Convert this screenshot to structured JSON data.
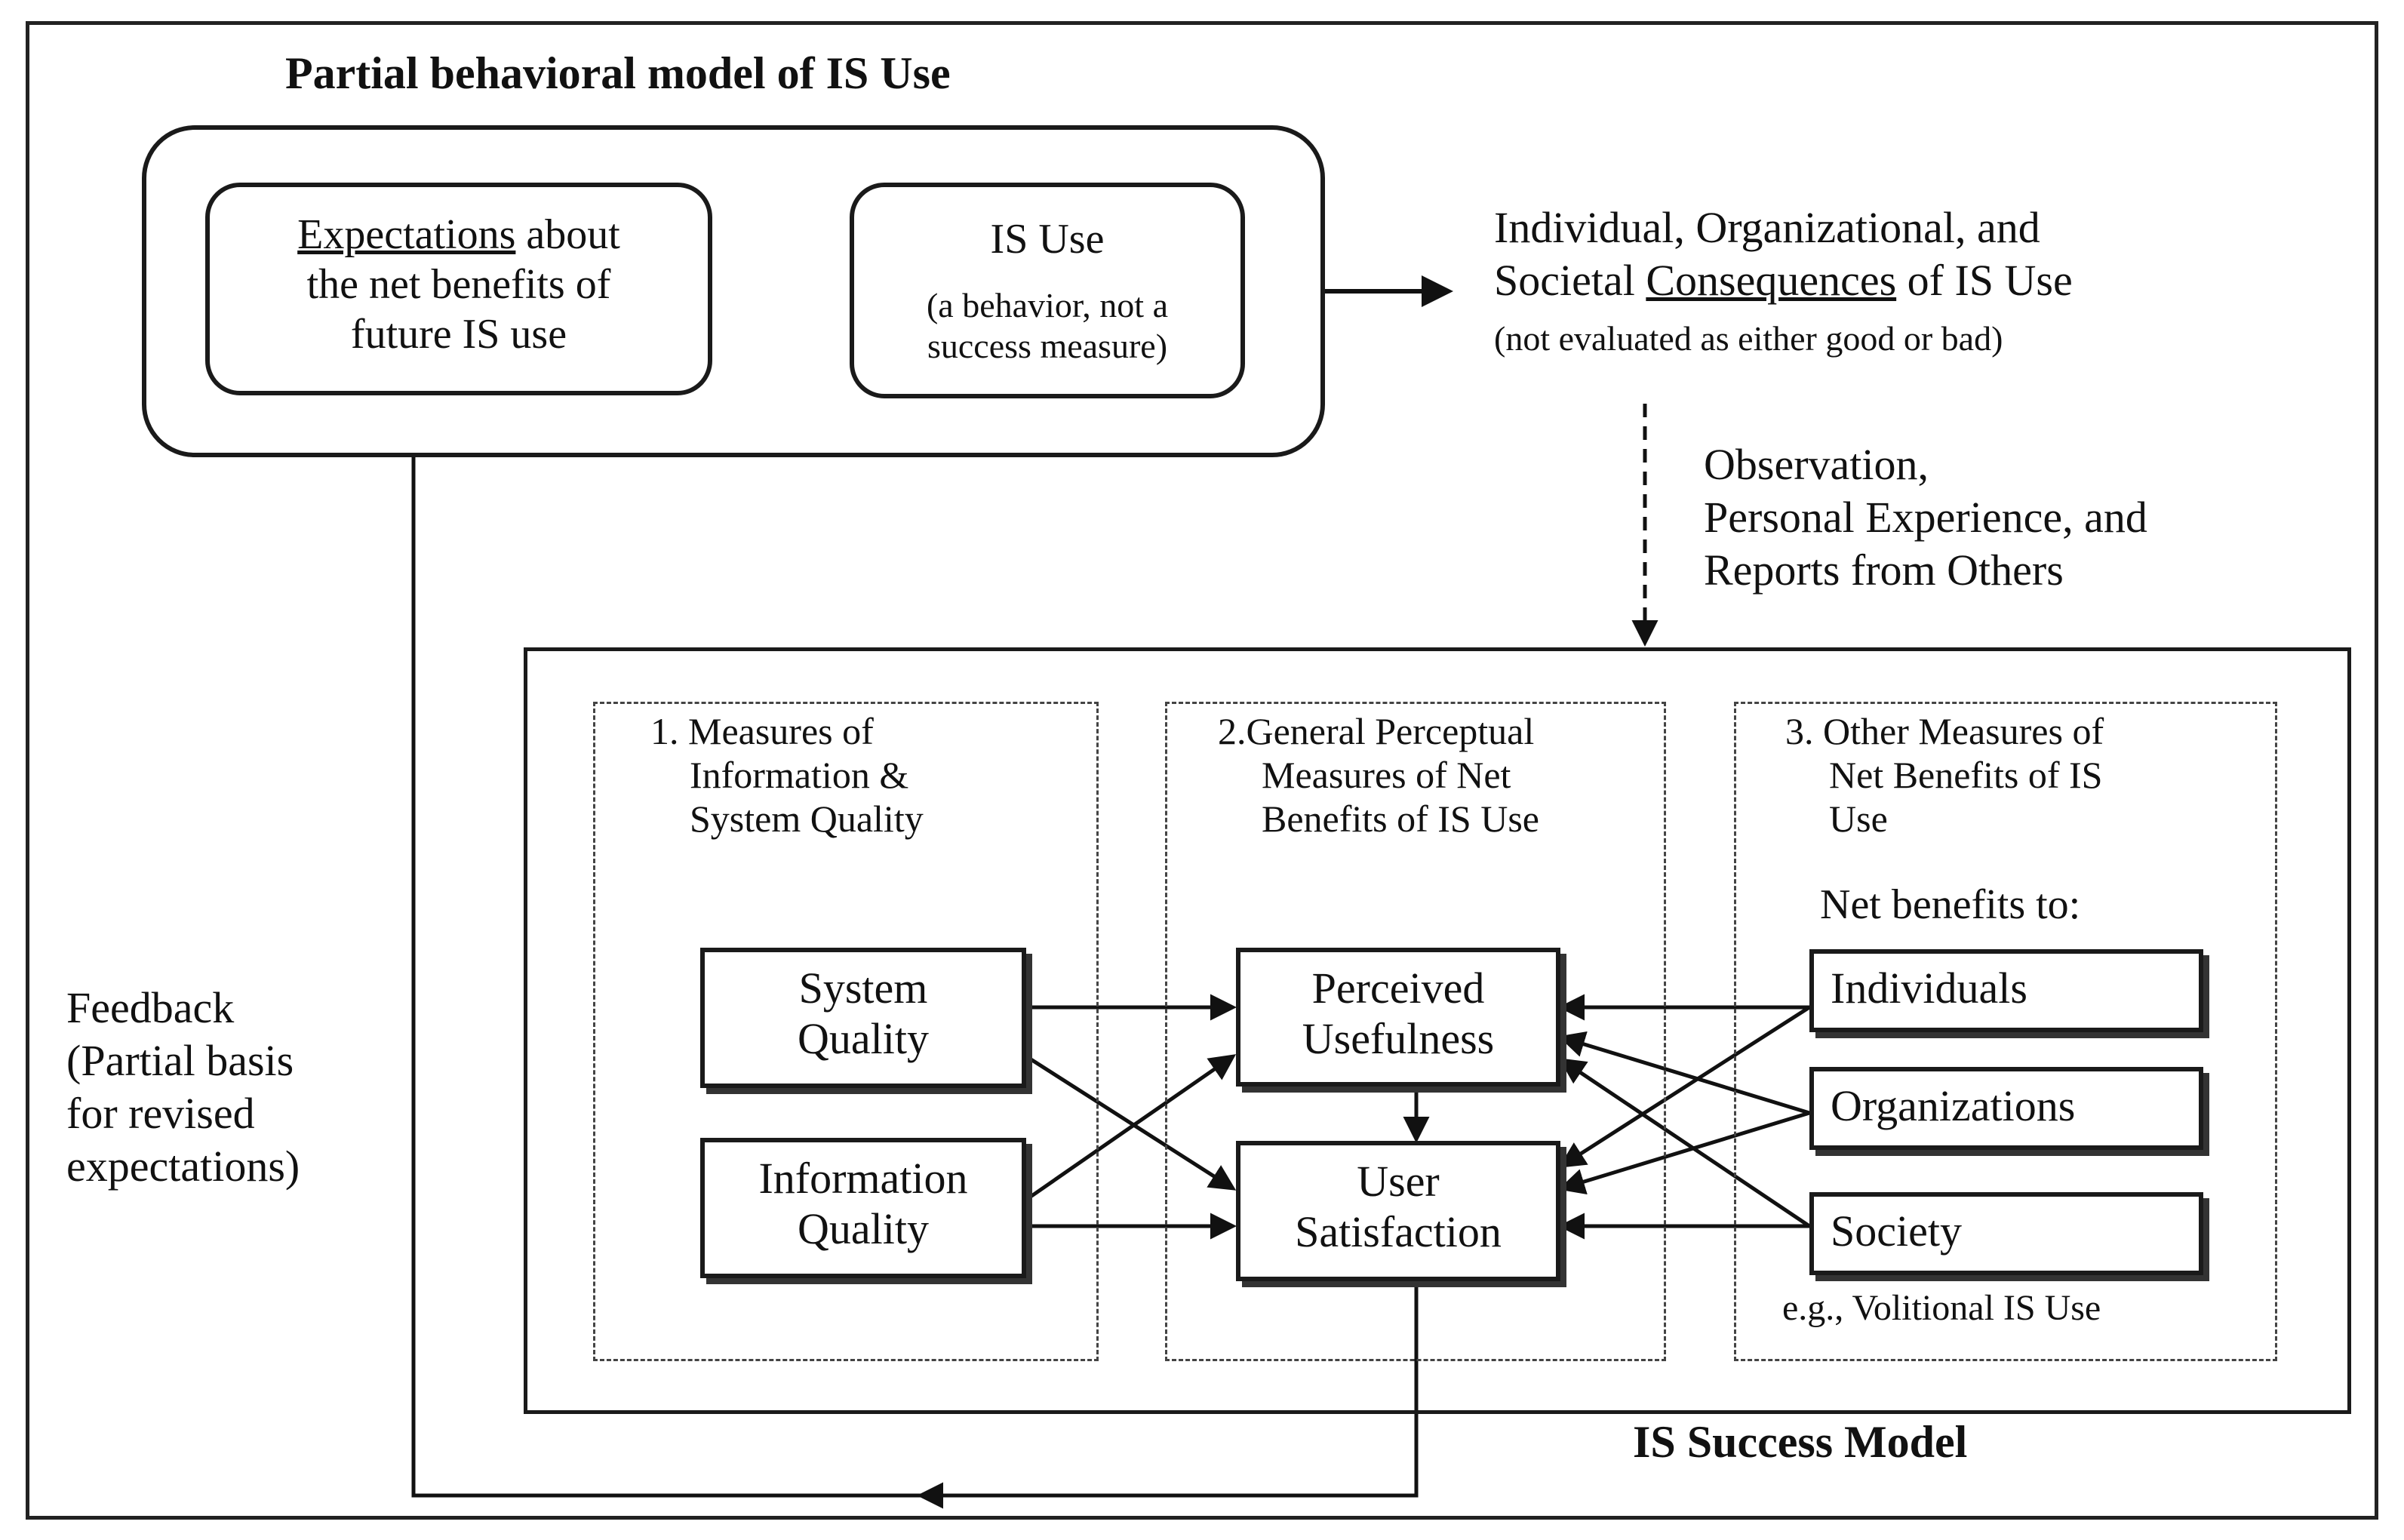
{
  "behavioral_model": {
    "title": "Partial behavioral model of IS Use",
    "expectations_box": {
      "underlined": "Expectations",
      "line1_rest": " about",
      "line2": "the net benefits of",
      "line3": "future IS use"
    },
    "is_use_box": {
      "title": "IS Use",
      "line1": "(a behavior, not a",
      "line2": "success measure)"
    }
  },
  "consequences": {
    "line1": "Individual, Organizational, and",
    "line2_pre": "Societal ",
    "line2_underlined": "Consequences",
    "line2_post": " of IS Use",
    "line3": "(not evaluated as either good or bad)"
  },
  "observation": {
    "line1": "Observation,",
    "line2": "Personal Experience, and",
    "line3": "Reports from Others"
  },
  "feedback": {
    "line1": "Feedback",
    "line2": "(Partial basis",
    "line3": "for revised",
    "line4": "expectations)"
  },
  "success_model": {
    "title": "IS Success Model",
    "column1": {
      "line1": "1. Measures of",
      "line2": "Information &",
      "line3": "System Quality",
      "system_quality": {
        "line1": "System",
        "line2": "Quality"
      },
      "information_quality": {
        "line1": "Information",
        "line2": "Quality"
      }
    },
    "column2": {
      "line1": "2.General Perceptual",
      "line2": "Measures of Net",
      "line3": "Benefits of IS Use",
      "perceived_usefulness": {
        "line1": "Perceived",
        "line2": "Usefulness"
      },
      "user_satisfaction": {
        "line1": "User",
        "line2": "Satisfaction"
      }
    },
    "column3": {
      "line1": "3. Other Measures of",
      "line2": "Net Benefits of IS",
      "line3": "Use",
      "net_benefits_label": "Net benefits to:",
      "individuals": "Individuals",
      "organizations": "Organizations",
      "society": "Society",
      "example": "e.g., Volitional IS Use"
    }
  }
}
